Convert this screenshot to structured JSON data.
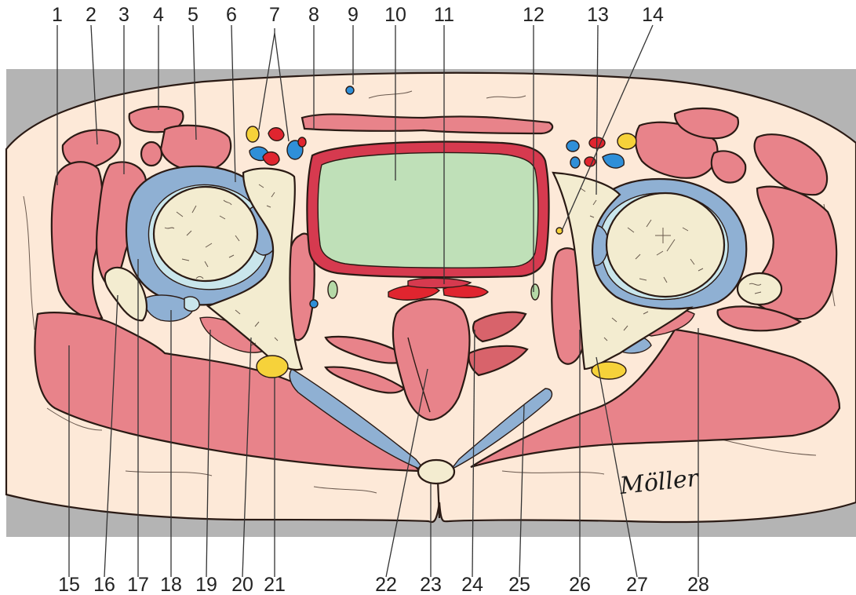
{
  "figure": {
    "colors": {
      "background_gray": "#b4b4b4",
      "skin_fat": "#fde9d8",
      "muscle": "#e8838a",
      "muscle_dark": "#d8636b",
      "fascia_blue": "#8fb0d3",
      "cartilage_light": "#c9e6ec",
      "bone": "#f3ecd0",
      "bladder_green": "#bfe0b8",
      "bladder_wall": "#d63a4f",
      "artery_red": "#e0252f",
      "vein_blue": "#2f8fd8",
      "nerve_yellow": "#f6d23a",
      "node_green": "#b5d9a7"
    },
    "signature": "Möller",
    "labels_top": [
      "1",
      "2",
      "3",
      "4",
      "5",
      "6",
      "7",
      "8",
      "9",
      "10",
      "11",
      "12",
      "13",
      "14"
    ],
    "labels_bottom": [
      "15",
      "16",
      "17",
      "18",
      "19",
      "20",
      "21",
      "22",
      "23",
      "24",
      "25",
      "26",
      "27",
      "28"
    ]
  }
}
